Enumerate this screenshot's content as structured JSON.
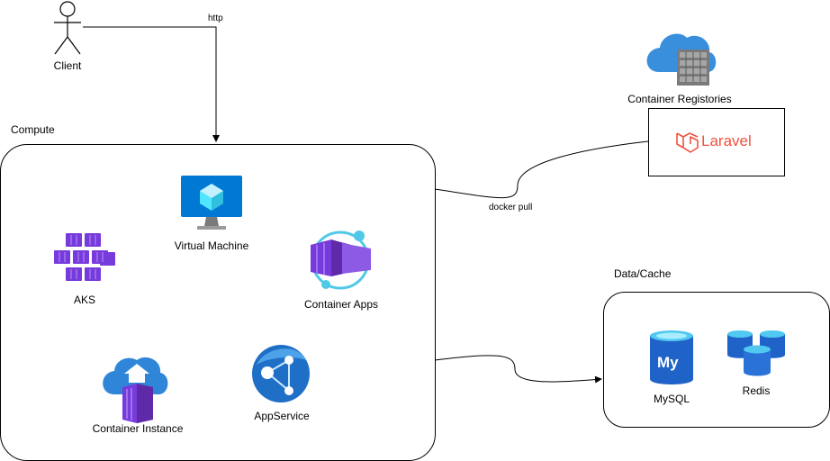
{
  "labels": {
    "client": "Client",
    "http": "http",
    "compute": "Compute",
    "virtual_machine": "Virtual Machine",
    "aks": "AKS",
    "container_apps": "Container Apps",
    "container_instance": "Container Instance",
    "app_service": "AppService",
    "container_registories": "Container Registories",
    "laravel": "Laravel",
    "docker_pull": "docker pull",
    "data_cache": "Data/Cache",
    "mysql": "MySQL",
    "mysql_logo": "My",
    "redis": "Redis"
  },
  "icons": {
    "client": "actor-icon",
    "vm": "virtual-machine-icon",
    "aks": "kubernetes-service-icon",
    "container_apps": "container-apps-icon",
    "container_instance": "container-instance-icon",
    "app_service": "app-service-icon",
    "registry": "container-registry-icon",
    "laravel": "laravel-logo-icon",
    "mysql": "mysql-database-icon",
    "redis": "redis-cache-icon"
  },
  "colors": {
    "azure_blue": "#0078D4",
    "light_blue": "#50E6FF",
    "purple": "#773ADC",
    "laravel_red": "#F05340"
  }
}
